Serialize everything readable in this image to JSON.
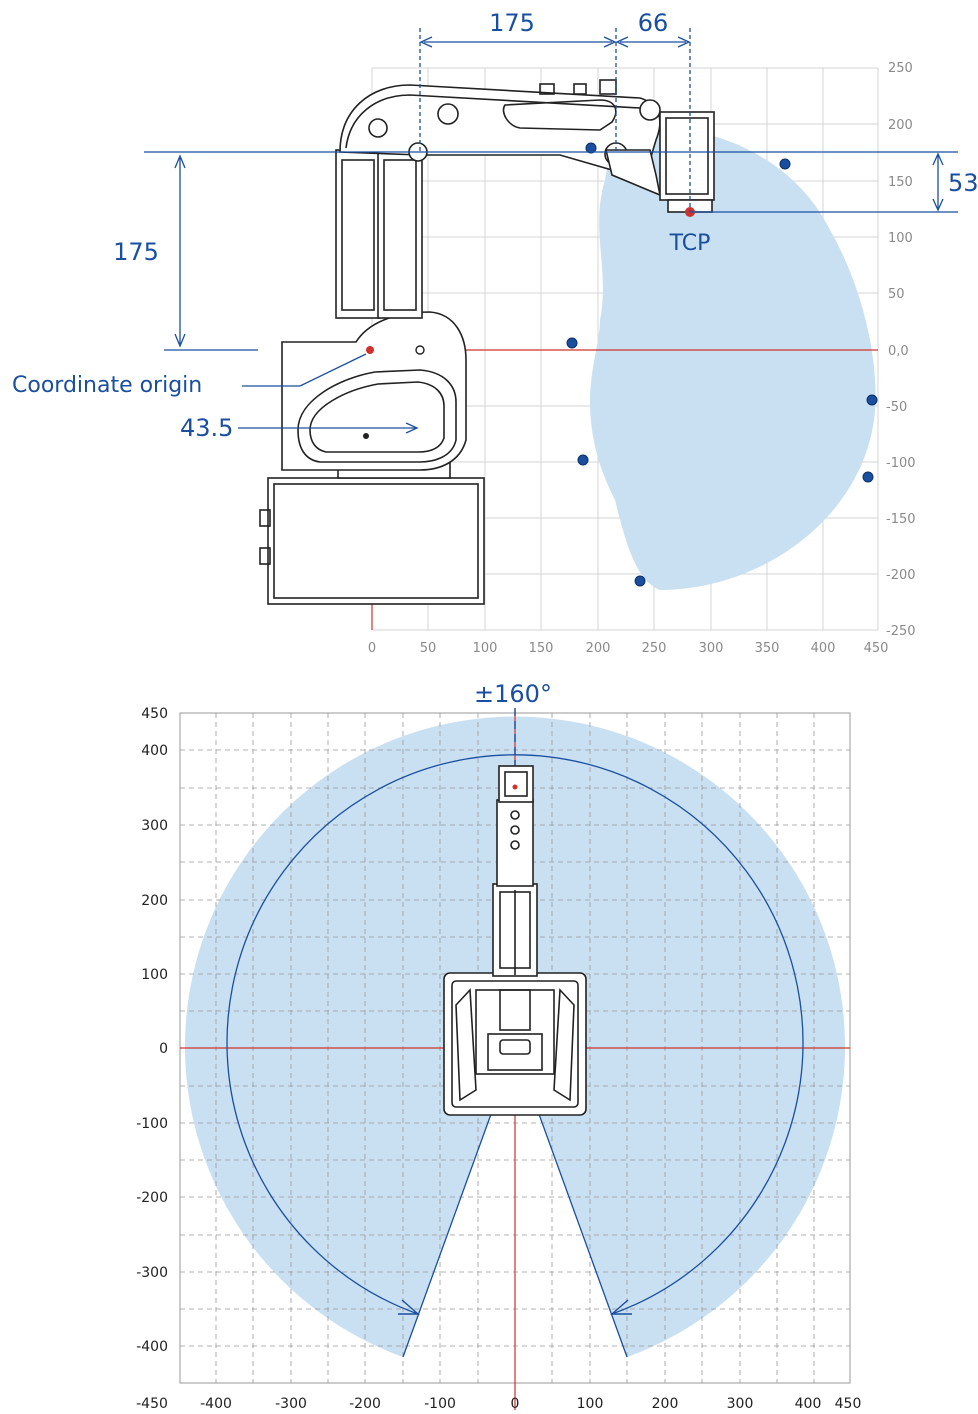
{
  "side_view": {
    "x_ticks": [
      "0",
      "50",
      "100",
      "150",
      "200",
      "250",
      "300",
      "350",
      "400",
      "450"
    ],
    "y_ticks": [
      "250",
      "200",
      "150",
      "100",
      "50",
      "0,0",
      "-50",
      "-100",
      "-150",
      "-200",
      "-250"
    ],
    "dimensions": {
      "top_left": "175",
      "top_right": "66",
      "left_height": "175",
      "right_height": "53",
      "offset": "43.5"
    },
    "labels": {
      "tcp": "TCP",
      "origin": "Coordinate origin"
    }
  },
  "top_view": {
    "rotation_label": "±160°",
    "x_ticks": [
      "-450",
      "-400",
      "-300",
      "-200",
      "-100",
      "0",
      "100",
      "200",
      "300",
      "400",
      "450"
    ],
    "y_ticks": [
      "450",
      "400",
      "300",
      "200",
      "100",
      "0",
      "-100",
      "-200",
      "-300",
      "-400"
    ]
  },
  "colors": {
    "workspace": "#c9dff2",
    "dimension": "#1a4fa0",
    "axis_red": "#d0312d",
    "grid": "#cfcfcf"
  }
}
